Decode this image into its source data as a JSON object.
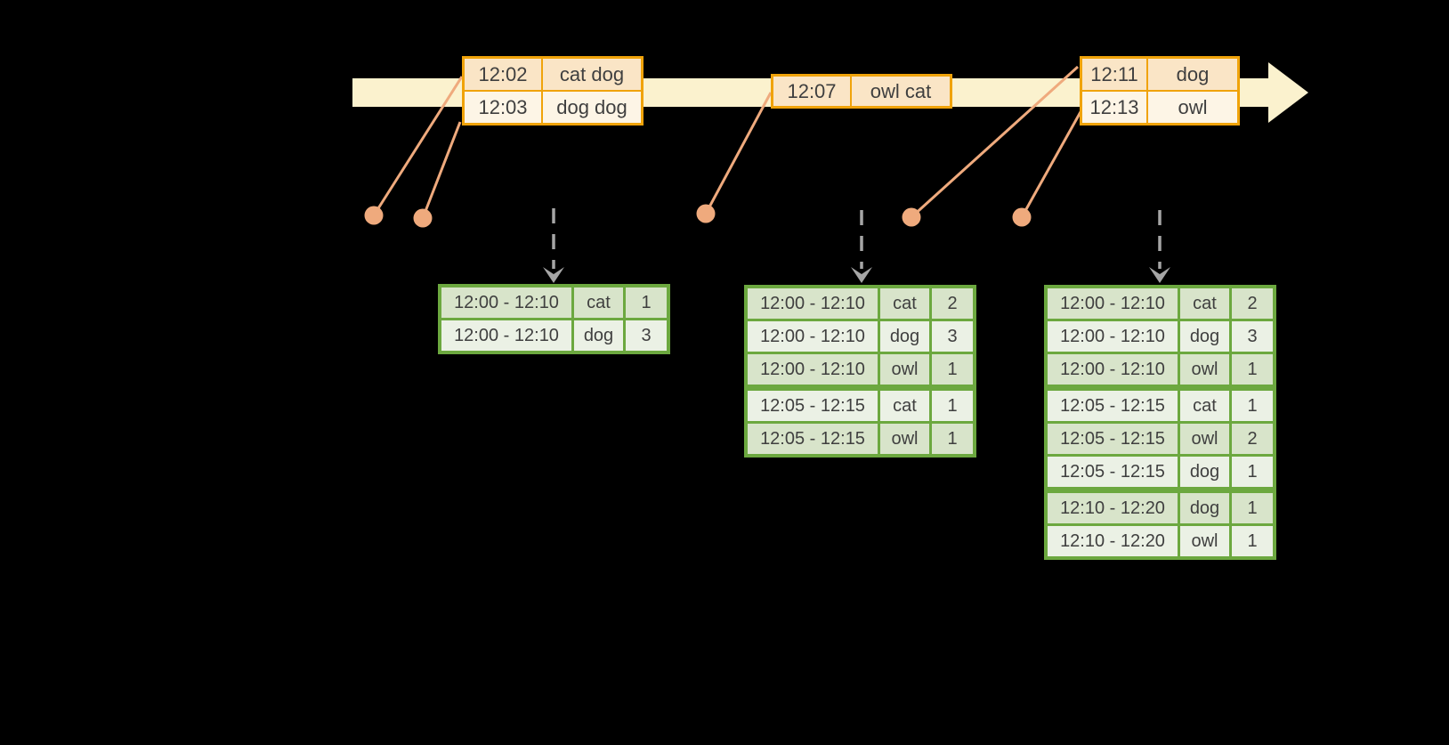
{
  "diagram_kind": "windowed-word-count-timeline",
  "colors": {
    "background": "#000000",
    "timeline_band": "#FBF2CE",
    "event_table_border": "#F0A30A",
    "event_row_dark": "#FAE5C6",
    "event_row_light": "#FDF5E6",
    "connector_and_dots": "#EFAA7D",
    "result_table_border": "#6CA83F",
    "result_row_dark": "#D8E4CA",
    "result_row_light": "#EBF1E5",
    "trigger_arrow": "#A6A6A6",
    "text": "#3F3F3F"
  },
  "event_tables": [
    {
      "rows": [
        {
          "time": "12:02",
          "words": "cat dog"
        },
        {
          "time": "12:03",
          "words": "dog dog"
        }
      ]
    },
    {
      "rows": [
        {
          "time": "12:07",
          "words": "owl cat"
        }
      ]
    },
    {
      "rows": [
        {
          "time": "12:11",
          "words": "dog"
        },
        {
          "time": "12:13",
          "words": "owl"
        }
      ]
    }
  ],
  "result_tables": [
    {
      "rows": [
        {
          "window": "12:00 - 12:10",
          "word": "cat",
          "count": "1"
        },
        {
          "window": "12:00 - 12:10",
          "word": "dog",
          "count": "3"
        }
      ]
    },
    {
      "rows": [
        {
          "window": "12:00 - 12:10",
          "word": "cat",
          "count": "2"
        },
        {
          "window": "12:00 - 12:10",
          "word": "dog",
          "count": "3"
        },
        {
          "window": "12:00 - 12:10",
          "word": "owl",
          "count": "1"
        },
        {
          "window": "12:05 - 12:15",
          "word": "cat",
          "count": "1"
        },
        {
          "window": "12:05 - 12:15",
          "word": "owl",
          "count": "1"
        }
      ]
    },
    {
      "rows": [
        {
          "window": "12:00 - 12:10",
          "word": "cat",
          "count": "2"
        },
        {
          "window": "12:00 - 12:10",
          "word": "dog",
          "count": "3"
        },
        {
          "window": "12:00 - 12:10",
          "word": "owl",
          "count": "1"
        },
        {
          "window": "12:05 - 12:15",
          "word": "cat",
          "count": "1"
        },
        {
          "window": "12:05 - 12:15",
          "word": "owl",
          "count": "2"
        },
        {
          "window": "12:05 - 12:15",
          "word": "dog",
          "count": "1"
        },
        {
          "window": "12:10 - 12:20",
          "word": "dog",
          "count": "1"
        },
        {
          "window": "12:10 - 12:20",
          "word": "owl",
          "count": "1"
        }
      ]
    }
  ]
}
